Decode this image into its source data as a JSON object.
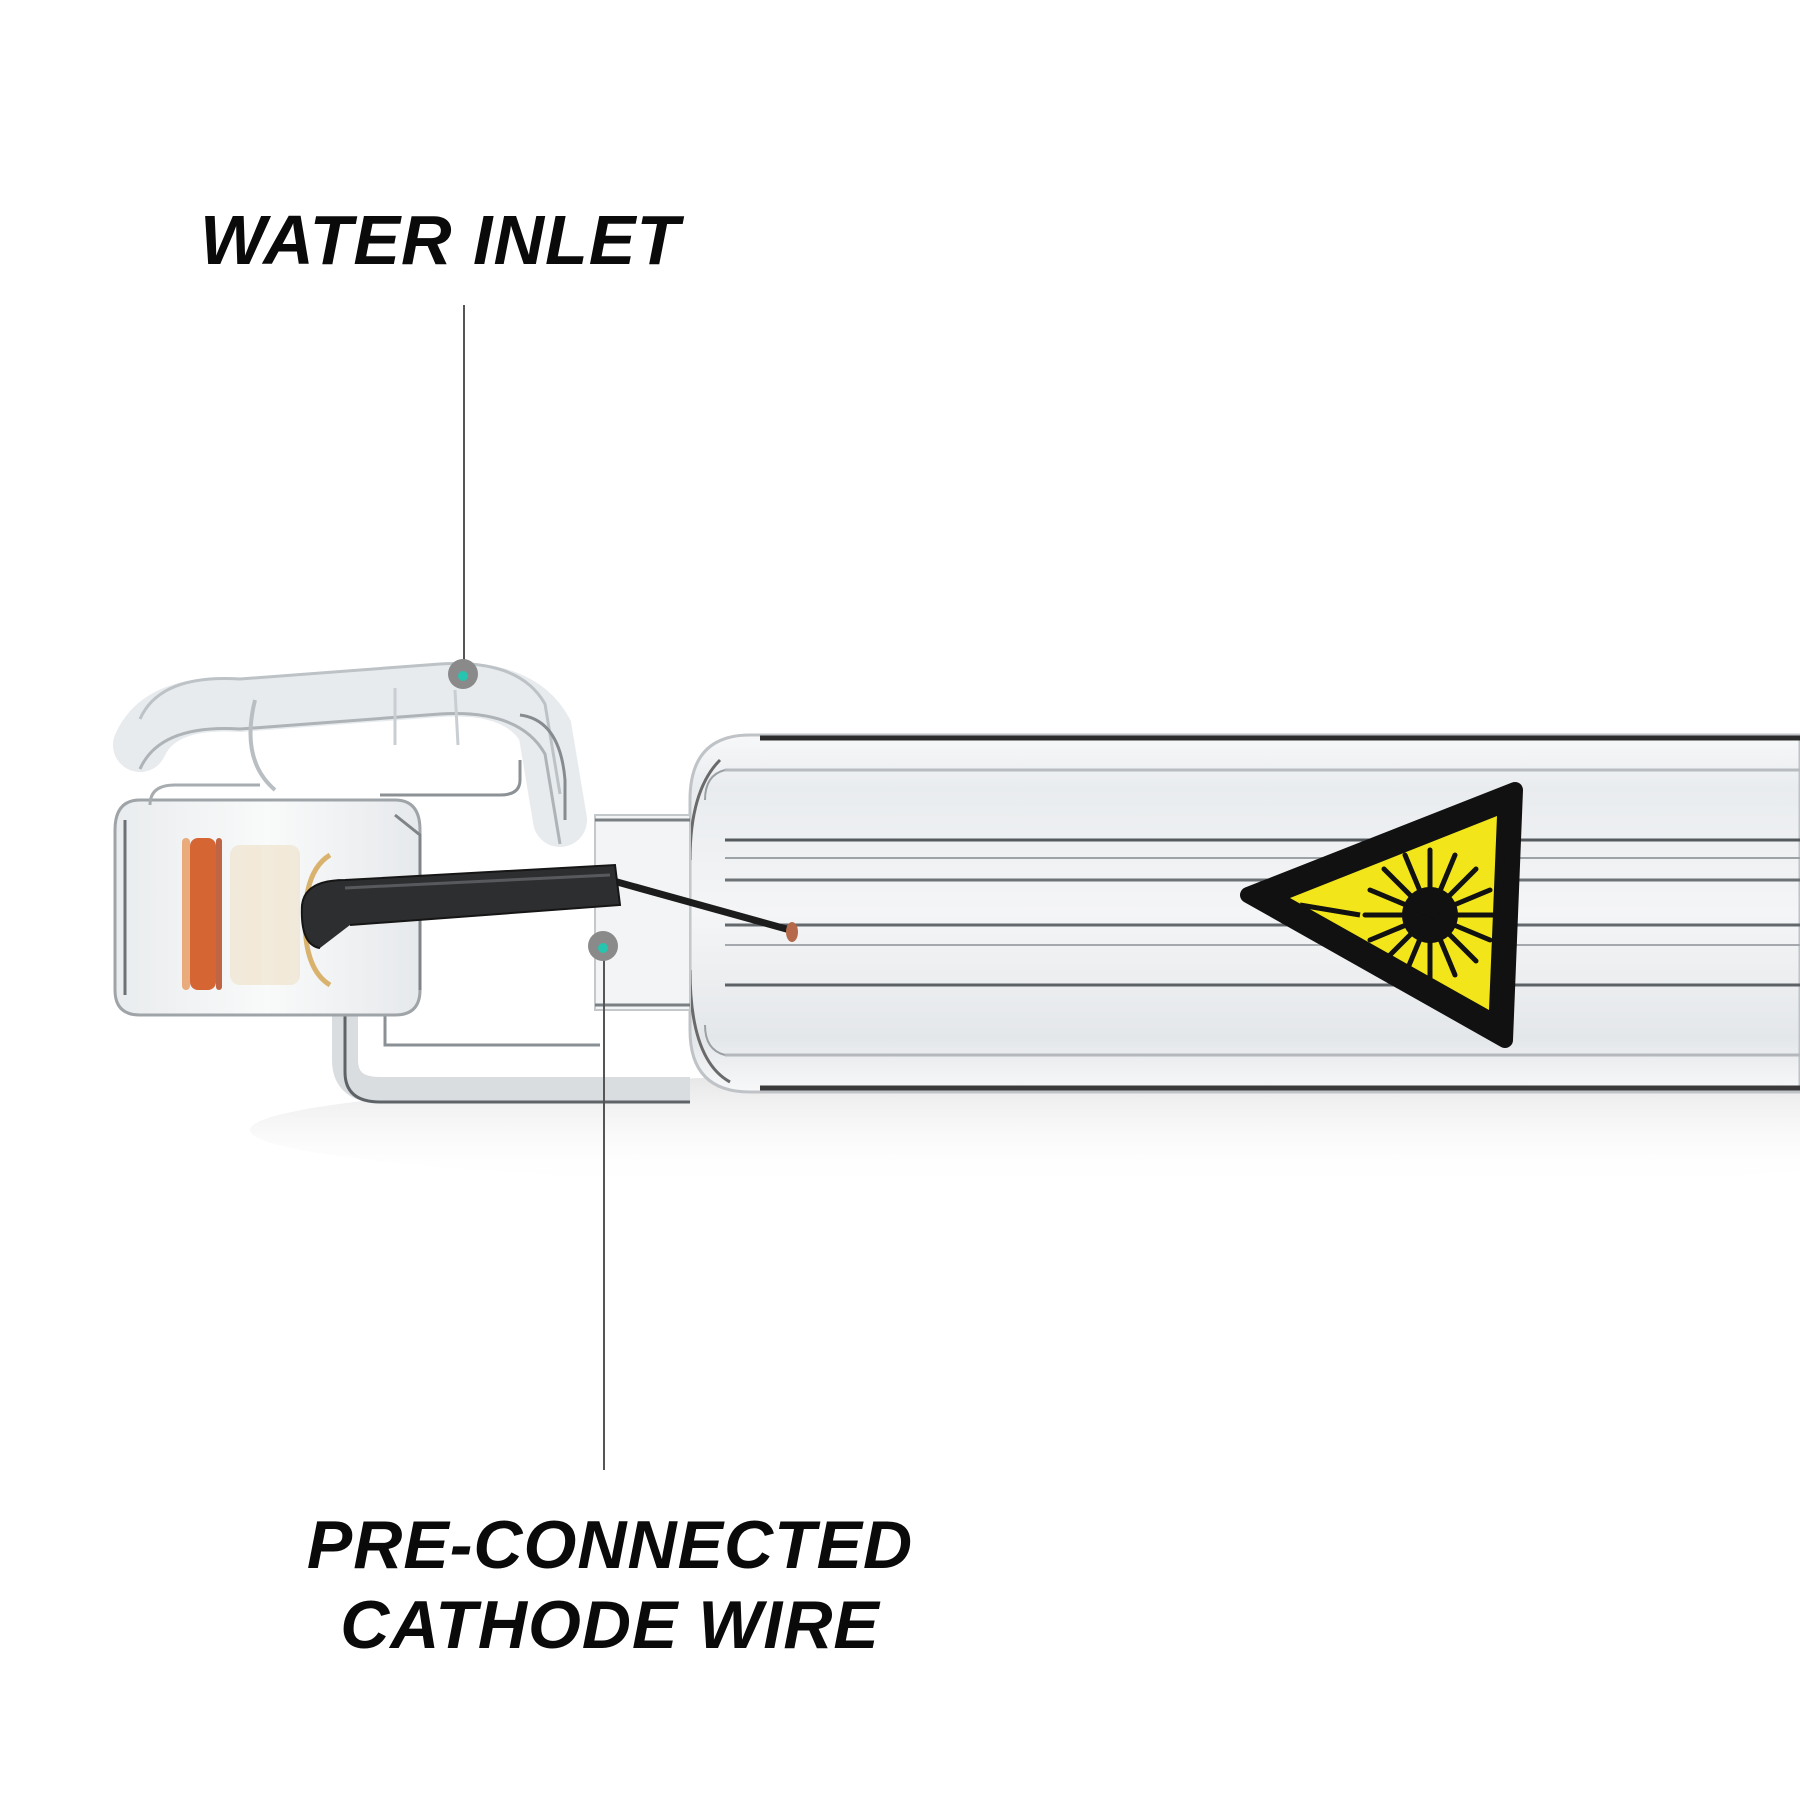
{
  "callouts": {
    "water_inlet": "WATER INLET",
    "cathode_wire_line1": "PRE-CONNECTED",
    "cathode_wire_line2": "CATHODE WIRE"
  },
  "colors": {
    "background": "#ffffff",
    "label_text": "#0a0a0a",
    "leader_line": "#555555",
    "marker_outer": "#8a8a8a",
    "marker_inner": "#27c4b0",
    "warning_yellow": "#f2e61a",
    "glass_edge": "#3a3a3a",
    "seal_ring": "#d2571f"
  },
  "icons": {
    "warning_sign": "laser-warning-triangle-icon"
  }
}
